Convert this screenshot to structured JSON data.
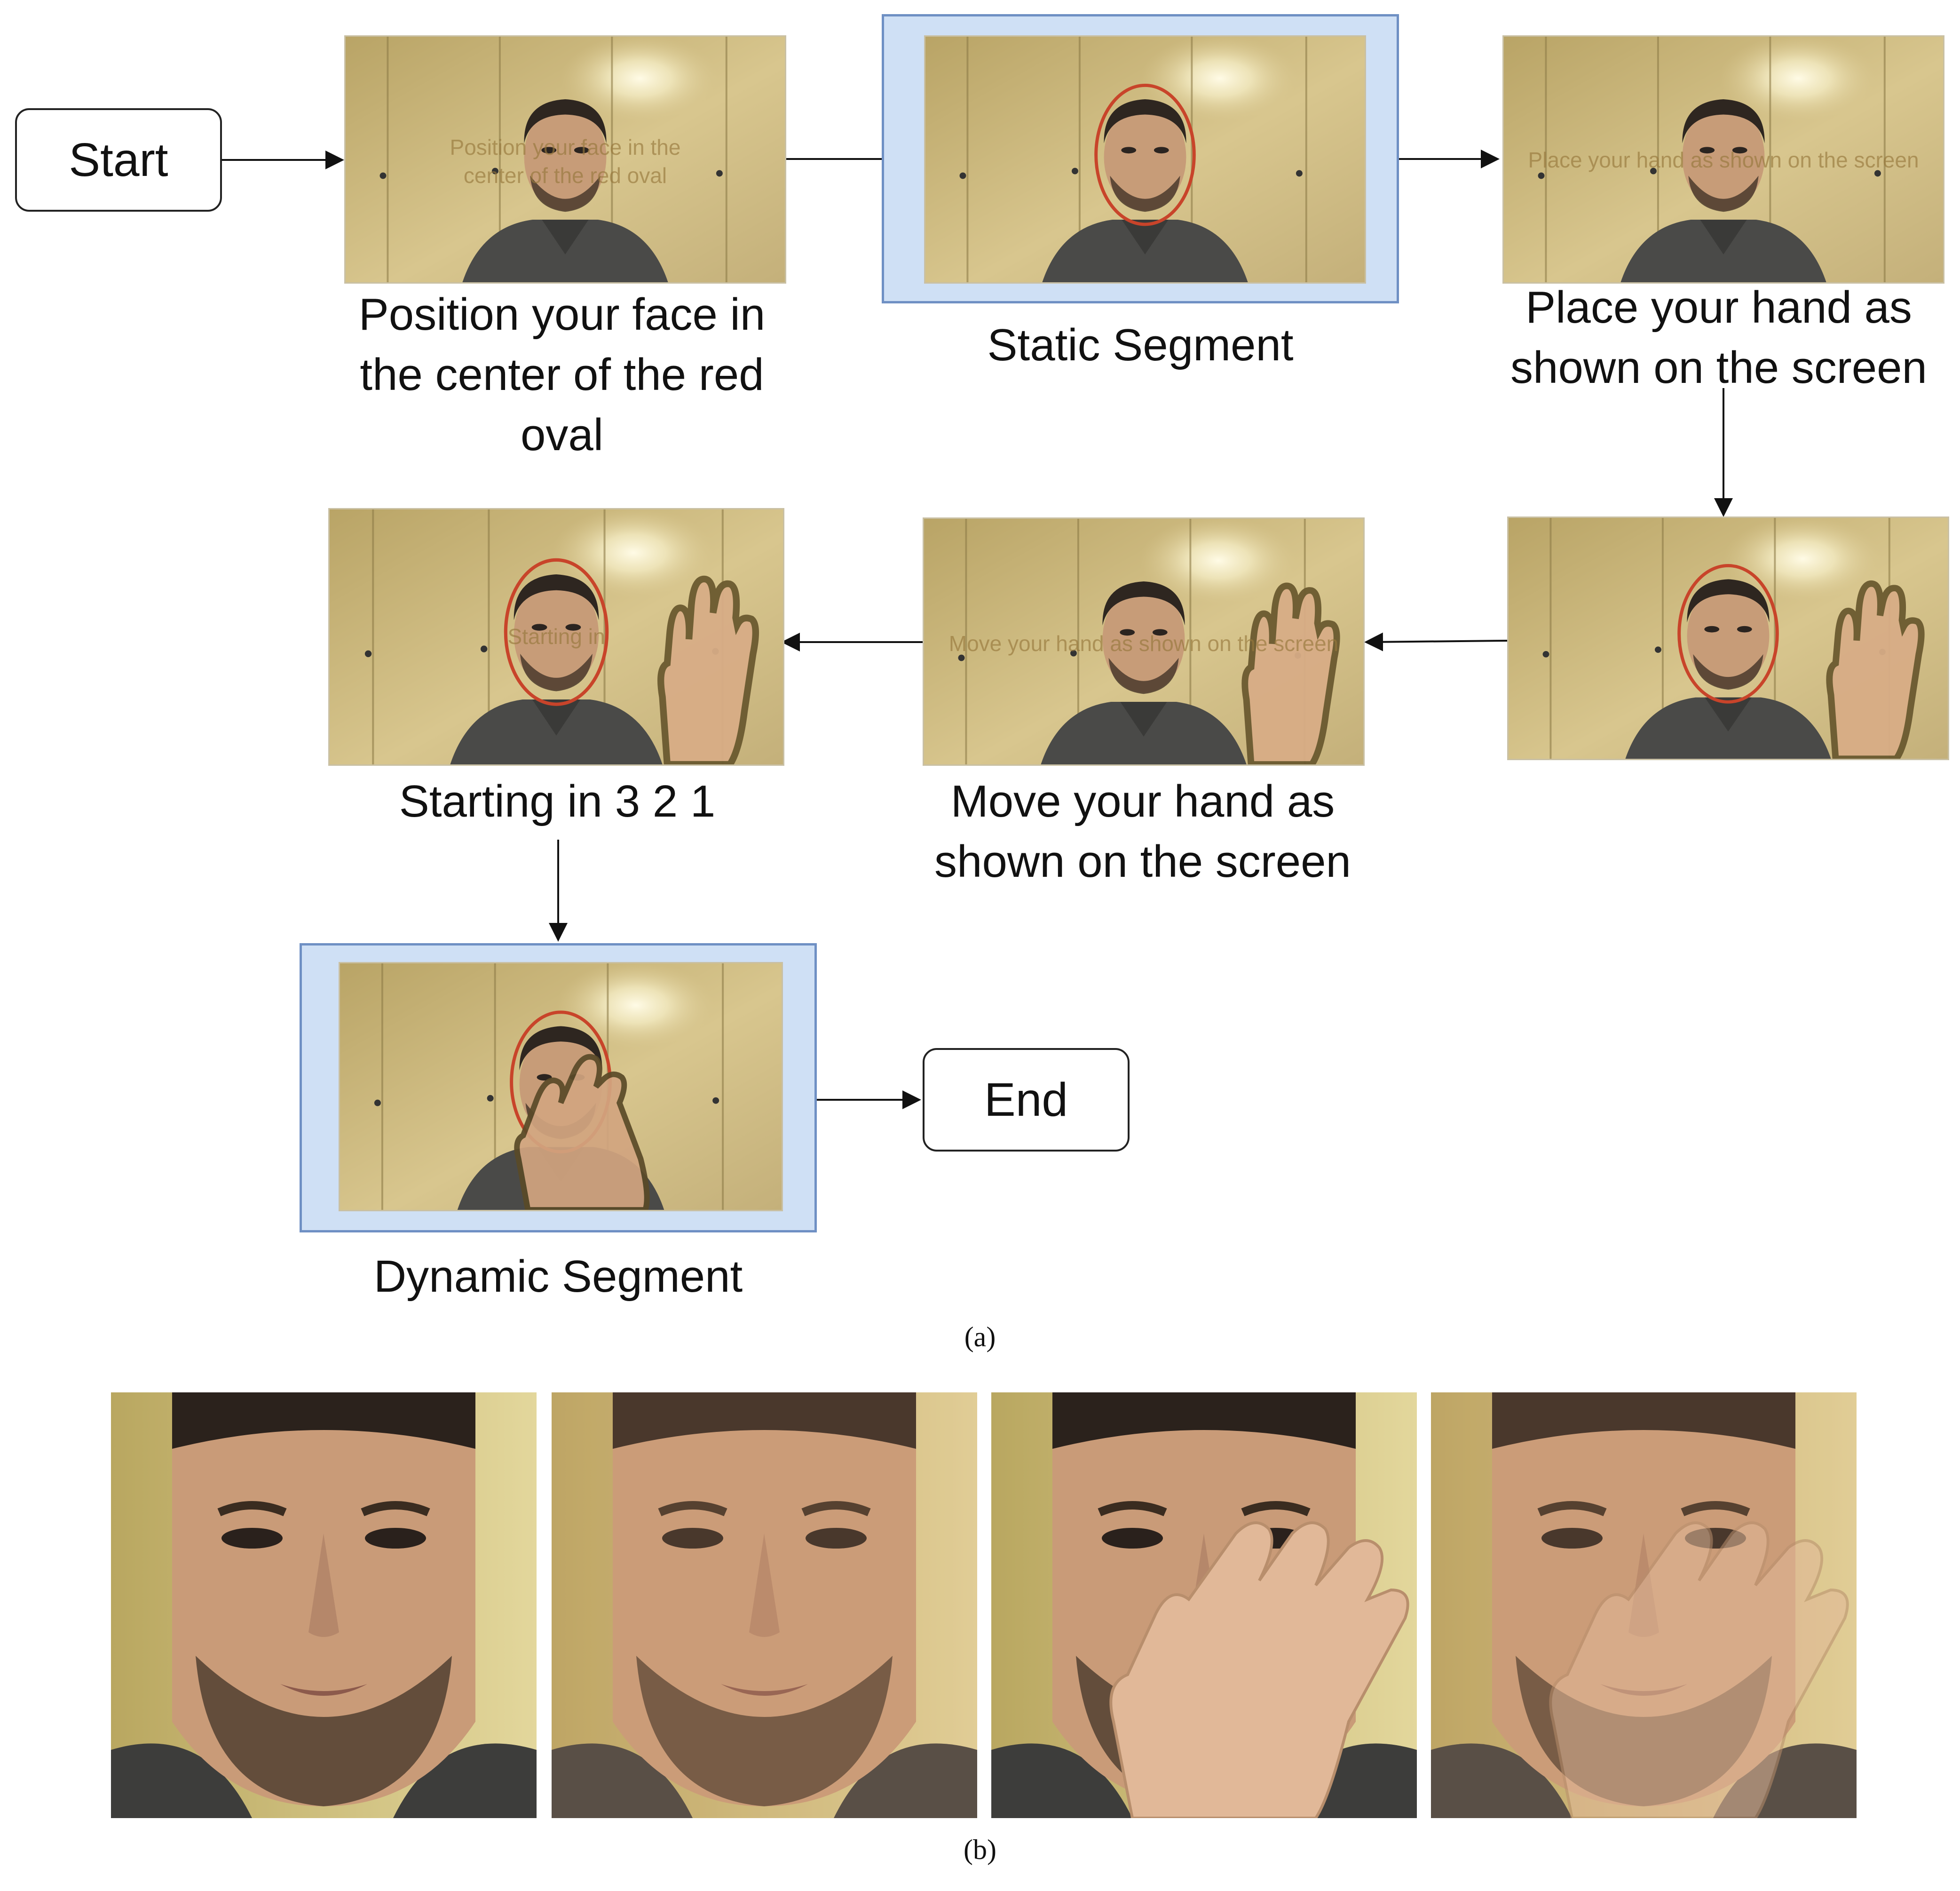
{
  "flow": {
    "start_label": "Start",
    "end_label": "End",
    "steps": [
      {
        "caption": "Position your face in the center of the red oval",
        "overlay": "Position your face in the center of the red oval"
      },
      {
        "caption": "Static Segment",
        "overlay": ""
      },
      {
        "caption": "Place your hand as shown on the screen",
        "overlay": "Place your hand as shown on the screen"
      },
      {
        "caption": "",
        "overlay": ""
      },
      {
        "caption": "Move your hand as shown on the screen",
        "overlay": "Move your hand as shown on the screen"
      },
      {
        "caption": "Starting in 3 2 1",
        "overlay": "Starting in"
      },
      {
        "caption": "Dynamic Segment",
        "overlay": ""
      }
    ]
  },
  "subfigure_labels": {
    "a": "(a)",
    "b": "(b)"
  },
  "colors": {
    "highlight_fill": "#cfe0f5",
    "highlight_border": "#6f90c4",
    "oval_guide": "#c8442a",
    "wall": "#c9b77a"
  }
}
